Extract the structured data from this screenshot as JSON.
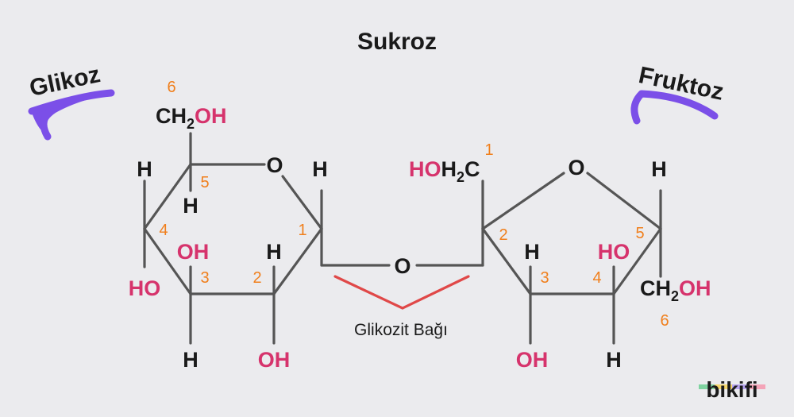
{
  "title": "Sukroz",
  "labels": {
    "glucose": "Glikoz",
    "fructose": "Fruktoz",
    "bond": "Glikozit Bağı"
  },
  "brand": "bikifi",
  "atoms": {
    "ring_o": "O",
    "bridge_o": "O",
    "h": "H",
    "oh": "OH",
    "ho": "HO",
    "ch2": "CH",
    "sub2": "2",
    "c": "C"
  },
  "numbers": [
    "1",
    "2",
    "3",
    "4",
    "5",
    "6"
  ],
  "colors": {
    "background": "#ebebee",
    "atom_black": "#1a1a1a",
    "hydroxyl": "#d6336c",
    "numbering": "#f07f1c",
    "bond_line": "#555555",
    "bond_highlight": "#e04848",
    "label_stroke": "#7b4fe8"
  }
}
